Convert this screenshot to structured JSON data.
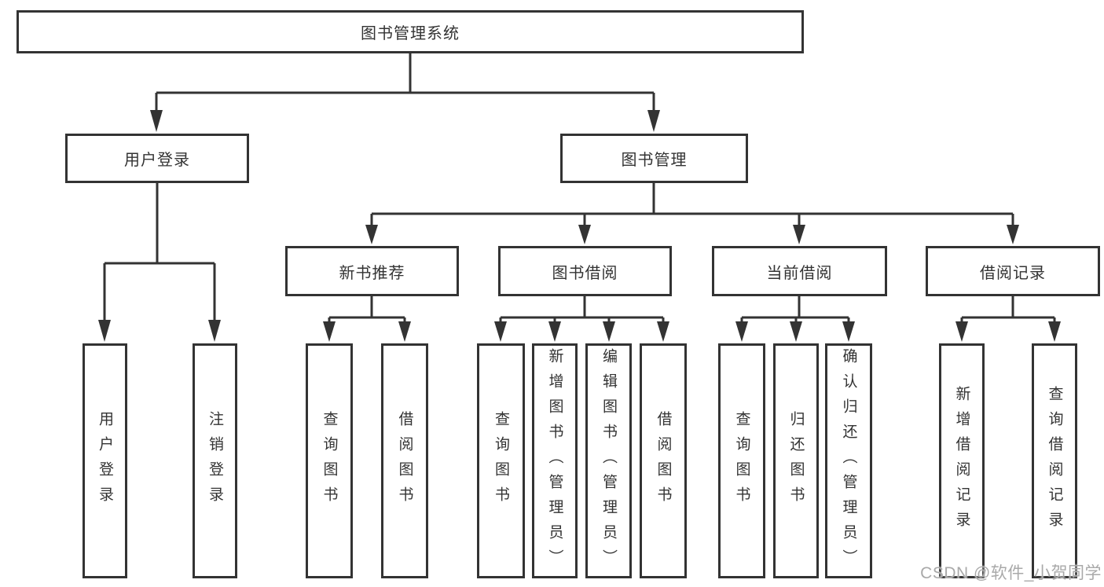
{
  "diagram_title": "图书管理系统",
  "tree": {
    "root": {
      "label": "图书管理系统"
    },
    "branches": [
      {
        "label": "用户登录",
        "children": [
          {
            "label": "用户登录"
          },
          {
            "label": "注销登录"
          }
        ]
      },
      {
        "label": "图书管理",
        "children": [
          {
            "label": "新书推荐",
            "children": [
              {
                "label": "查询图书"
              },
              {
                "label": "借阅图书"
              }
            ]
          },
          {
            "label": "图书借阅",
            "children": [
              {
                "label": "查询图书"
              },
              {
                "label": "新增图书（管理员）"
              },
              {
                "label": "编辑图书（管理员）"
              },
              {
                "label": "借阅图书"
              }
            ]
          },
          {
            "label": "当前借阅",
            "children": [
              {
                "label": "查询图书"
              },
              {
                "label": "归还图书"
              },
              {
                "label": "确认归还（管理员）"
              }
            ]
          },
          {
            "label": "借阅记录",
            "children": [
              {
                "label": "新增借阅记录"
              },
              {
                "label": "查询借阅记录"
              }
            ]
          }
        ]
      }
    ]
  },
  "watermark": "CSDN @软件_小贺同学",
  "colors": {
    "line": "#333333",
    "box_border": "#333333",
    "box_fill": "#ffffff",
    "text": "#333333",
    "watermark": "#a9a9a9",
    "background": "#ffffff"
  }
}
